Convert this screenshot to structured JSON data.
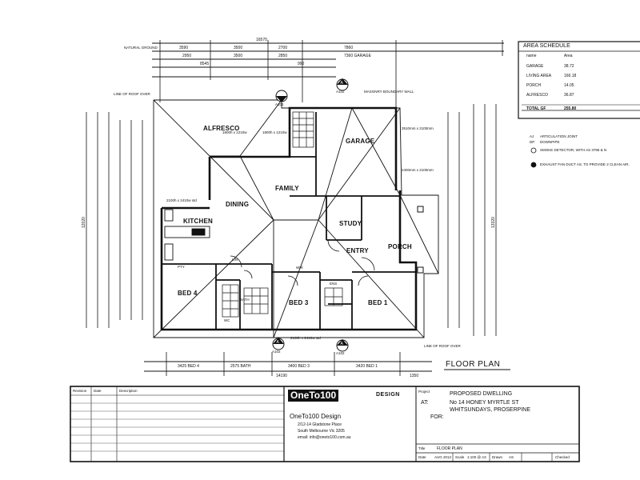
{
  "rooms": {
    "alfresco": "ALFRESCO",
    "family": "FAMILY",
    "garage": "GARAGE",
    "dining": "DINING",
    "kitchen": "KITCHEN",
    "study": "STUDY",
    "entry": "ENTRY",
    "porch": "PORCH",
    "bed4": "BED 4",
    "bed3": "BED 3",
    "bed1": "BED 1",
    "bath": "BATH",
    "wc": "WC",
    "wir": "WIR",
    "ens": "ENS",
    "lin": "LIN",
    "pantry": "PTY"
  },
  "dimensions": {
    "overall_top": "16570",
    "top_segments": [
      "3590",
      "3500",
      "2700",
      "7860"
    ],
    "top_row2": [
      "2950",
      "3500",
      "2850",
      "7360 GARAGE"
    ],
    "top_row3": [
      "8545",
      "990"
    ],
    "bottom_segments": [
      "3425 BED 4",
      "2575 BATH",
      "3400 BED 3",
      "3420 BED 1"
    ],
    "overall_bottom": "14190",
    "bottom_right": "1350",
    "left_overall": "12020",
    "right_overall": "13320",
    "window_labels": [
      "1800h x 1210w",
      "1800h x 1210w",
      "2100h x 2410w std",
      "2100h x 2410w std"
    ],
    "section_markers": [
      "A",
      "B",
      "A",
      "A"
    ],
    "section_codes": [
      "A102",
      "A102",
      "A102",
      "A102"
    ]
  },
  "notes": {
    "roof_line_1": "LINE OF ROOF OVER",
    "roof_line_2": "LINE OF ROOF OVER",
    "masonry": "MASONRY BOUNDARY WALL",
    "garage_door_1": "3510mm x 2100mm",
    "garage_door_2": "2400mm x 2100mm",
    "natural_ground": "NATURAL GROUND"
  },
  "area_schedule": {
    "title": "AREA SCHEDULE",
    "col_name": "name",
    "col_area": "Area",
    "rows": [
      {
        "name": "GARAGE",
        "area": "38.72"
      },
      {
        "name": "LIVING AREA",
        "area": "166.18"
      },
      {
        "name": "PORCH",
        "area": "14.05"
      },
      {
        "name": "ALFRESCO",
        "area": "36.87"
      }
    ],
    "total_label": "TOTAL GF",
    "total_value": "255.80"
  },
  "legend": {
    "items": [
      {
        "code": "AJ",
        "text": "ARTICULATION JOINT"
      },
      {
        "code": "DP",
        "text": "DOWNPIPE"
      },
      {
        "code": "",
        "text": "SMOKE DETECTOR, WITH AS 3786 & N"
      },
      {
        "code": "",
        "text": "EXHAUST FAN DUCT AS. TO PROVIDE 2 CLEAN AIR."
      }
    ]
  },
  "plan_title": "FLOOR PLAN",
  "title_block": {
    "revision_headers": [
      "Revision",
      "Date",
      "Description"
    ],
    "logo_text": "OneTo100",
    "logo_suffix": "DESIGN",
    "company": "OneTo100 Design",
    "address_1": "2/12-14 Gladstone Place",
    "address_2": "South Melbourne Vic 3205",
    "contact": "email: info@oneto100.com.au",
    "project_label": "Project",
    "project_name": "PROPOSED DWELLING",
    "at_label": "AT:",
    "address_line1": "No 14  HONEY MYRTLE ST",
    "address_line2": "WHITSUNDAYS, PROSERPINE",
    "for_label": "FOR:",
    "title_label": "Title",
    "title_value": "FLOOR PLAN",
    "date_label": "Date",
    "date_value": "AUG 2012",
    "scale_label": "Scale",
    "scale_value": "1:100 @ A3",
    "drawn_label": "Drawn",
    "drawn_value": "AS",
    "checked_label": "Checked"
  }
}
